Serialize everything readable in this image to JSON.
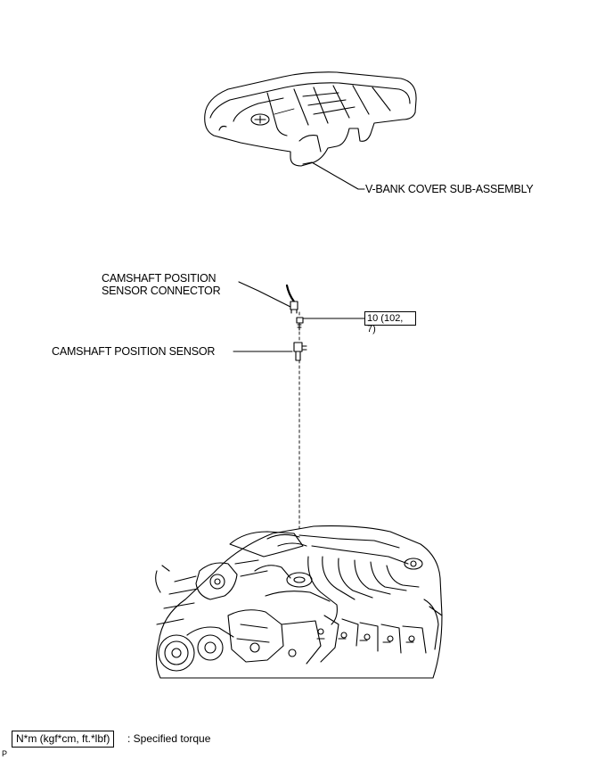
{
  "labels": {
    "vbank_cover": "V-BANK COVER SUB-ASSEMBLY",
    "sensor_connector_line1": "CAMSHAFT POSITION",
    "sensor_connector_line2": "SENSOR CONNECTOR",
    "sensor": "CAMSHAFT POSITION SENSOR",
    "torque_value": "10 (102, 7)"
  },
  "legend": {
    "unit_box": "N*m (kgf*cm, ft.*lbf)",
    "description": ": Specified torque"
  },
  "corner_mark": "P"
}
